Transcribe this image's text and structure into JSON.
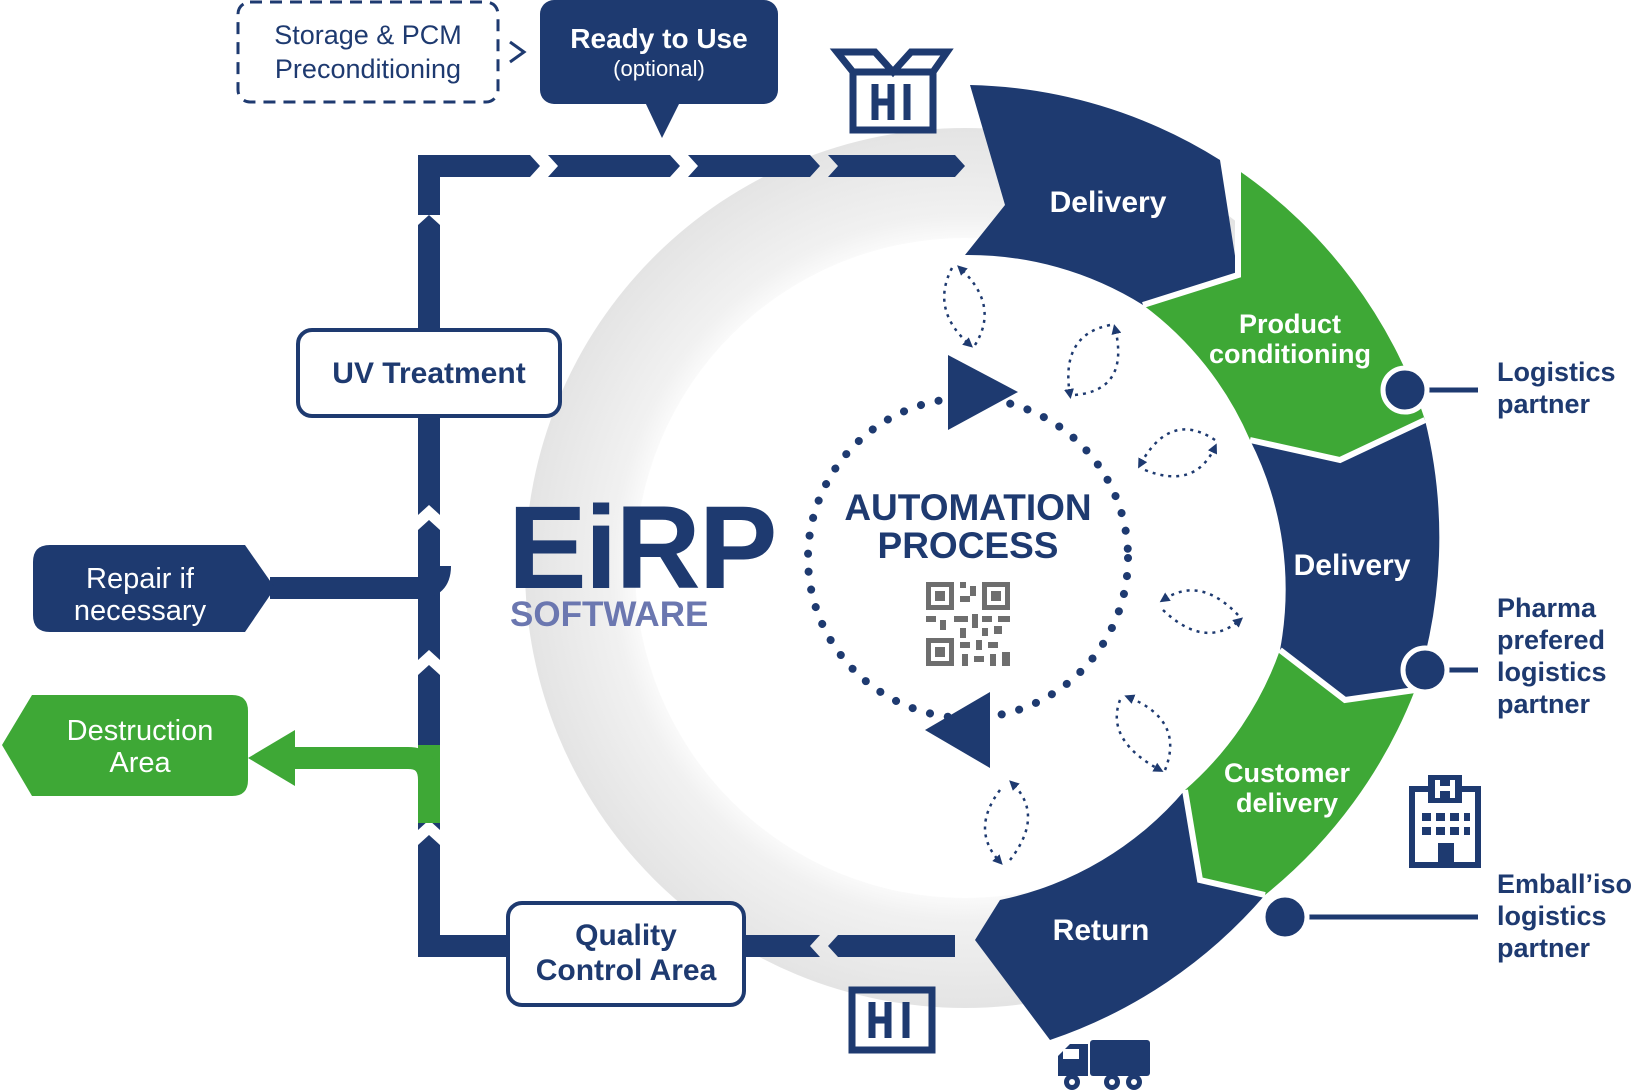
{
  "colors": {
    "navy": "#1e3a70",
    "green": "#3ea836",
    "white": "#ffffff",
    "logo_blue": "#6b77b0",
    "qr_gray": "#6e6e6e",
    "halo": "#ececec"
  },
  "top": {
    "storage_line1": "Storage & PCM",
    "storage_line2": "Preconditioning",
    "ready_title": "Ready to Use",
    "ready_sub": "(optional)"
  },
  "left": {
    "uv_label": "UV Treatment",
    "repair_line1": "Repair if",
    "repair_line2": "necessary",
    "destruction_line1": "Destruction",
    "destruction_line2": "Area",
    "quality_line1": "Quality",
    "quality_line2": "Control Area"
  },
  "center": {
    "logo_main": "EiRP",
    "logo_sub": "SOFTWARE",
    "title_line1": "AUTOMATION",
    "title_line2": "PROCESS"
  },
  "ring": {
    "delivery_top": "Delivery",
    "product_line1": "Product",
    "product_line2": "conditioning",
    "delivery_mid": "Delivery",
    "customer_line1": "Customer",
    "customer_line2": "delivery",
    "return_label": "Return"
  },
  "partners": {
    "logistics_line1": "Logistics",
    "logistics_line2": "partner",
    "pharma_line1": "Pharma",
    "pharma_line2": "prefered",
    "pharma_line3": "logistics",
    "pharma_line4": "partner",
    "emballiso_line1": "Emball’iso",
    "emballiso_line2": "logistics",
    "emballiso_line3": "partner"
  },
  "icons": [
    "box-icon",
    "box-icon",
    "truck-icon",
    "hospital-icon",
    "qr-code-icon"
  ]
}
